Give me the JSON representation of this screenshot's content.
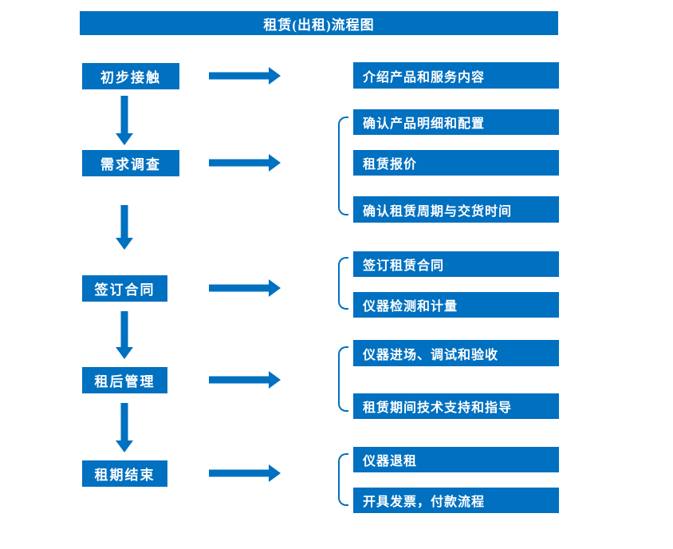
{
  "title": "租赁(出租)流程图",
  "colors": {
    "primary": "#0070C0"
  },
  "stages": [
    {
      "label": "初步接触"
    },
    {
      "label": "需求调查"
    },
    {
      "label": "签订合同"
    },
    {
      "label": "租后管理"
    },
    {
      "label": "租期结束"
    }
  ],
  "details": [
    {
      "label": "介绍产品和服务内容"
    },
    {
      "label": "确认产品明细和配置"
    },
    {
      "label": "租赁报价"
    },
    {
      "label": "确认租赁周期与交货时间"
    },
    {
      "label": "签订租赁合同"
    },
    {
      "label": "仪器检测和计量"
    },
    {
      "label": "仪器进场、调试和验收"
    },
    {
      "label": "租赁期间技术支持和指导"
    },
    {
      "label": "仪器退租"
    },
    {
      "label": "开具发票，付款流程"
    }
  ]
}
